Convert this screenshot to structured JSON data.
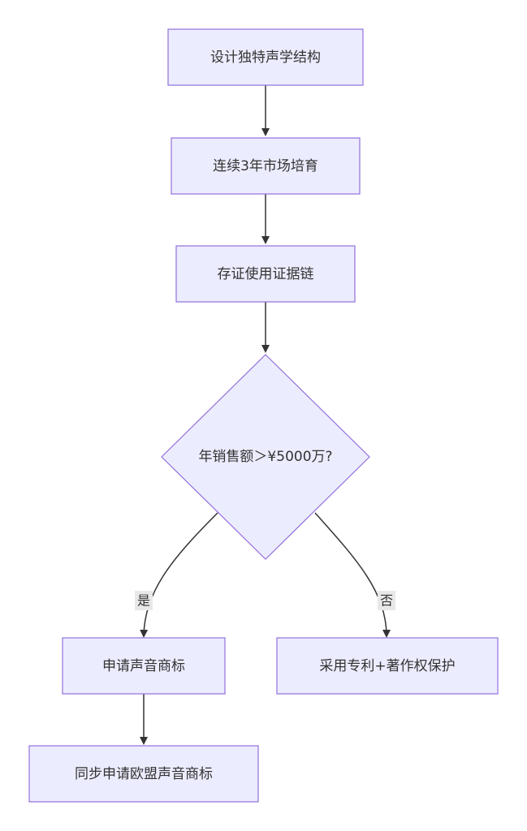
{
  "diagram": {
    "nodes": {
      "design": "设计独特声学结构",
      "cultivate": "连续3年市场培育",
      "evidence": "存证使用证据链",
      "decision": "年销售额＞¥5000万?",
      "apply": "申请声音商标",
      "alternative": "采用专利+著作权保护",
      "eu": "同步申请欧盟声音商标"
    },
    "edges": {
      "yes_label": "是",
      "no_label": "否"
    },
    "colors": {
      "node_fill": "#ececff",
      "node_stroke": "#9370db",
      "edge": "#333333",
      "label_bg": "#e8e8e8"
    }
  }
}
